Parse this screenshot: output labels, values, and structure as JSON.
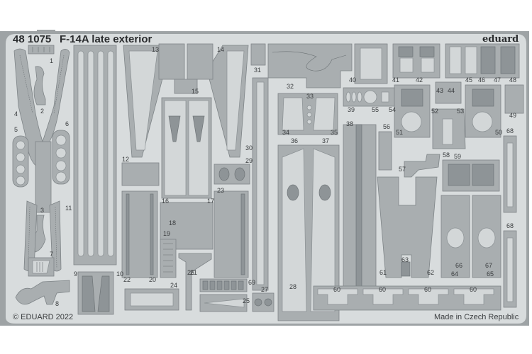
{
  "sheet": {
    "product_number": "48 1075",
    "product_name": "F-14A late exterior",
    "brand": "eduard",
    "copyright": "© EDUARD 2022",
    "origin": "Made in Czech Republic",
    "colors": {
      "background": "#ffffff",
      "fret": "#d8dcdd",
      "fret_edge": "#9ea3a5",
      "part": "#a9aeb0",
      "part_dark": "#8e9497",
      "text": "#2a2c2e"
    }
  },
  "part_labels": [
    "1",
    "2",
    "3",
    "4",
    "5",
    "6",
    "7",
    "8",
    "9",
    "10",
    "11",
    "12",
    "13",
    "14",
    "15",
    "16",
    "17",
    "18",
    "19",
    "20",
    "21",
    "22",
    "23",
    "24",
    "25",
    "26",
    "27",
    "28",
    "29",
    "30",
    "31",
    "32",
    "33",
    "34",
    "35",
    "36",
    "37",
    "38",
    "39",
    "40",
    "41",
    "42",
    "43",
    "44",
    "45",
    "46",
    "47",
    "48",
    "49",
    "50",
    "51",
    "52",
    "53",
    "54",
    "55",
    "56",
    "57",
    "58",
    "59",
    "60",
    "60",
    "60",
    "60",
    "61",
    "62",
    "63",
    "64",
    "65",
    "66",
    "67",
    "68",
    "68",
    "69"
  ]
}
